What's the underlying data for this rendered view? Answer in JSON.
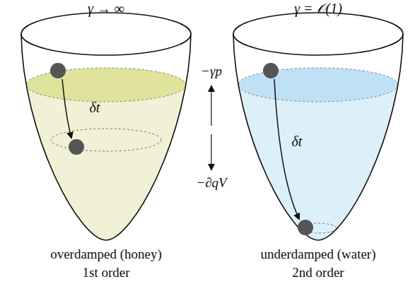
{
  "diagram": {
    "labels": [
      "γ → ∞",
      "γ = 𝒪(1)",
      "−γp",
      "δt",
      "δt",
      "−∂qV",
      "overdamped (honey)",
      "1st order",
      "underdamped (water)",
      "2nd order"
    ]
  }
}
